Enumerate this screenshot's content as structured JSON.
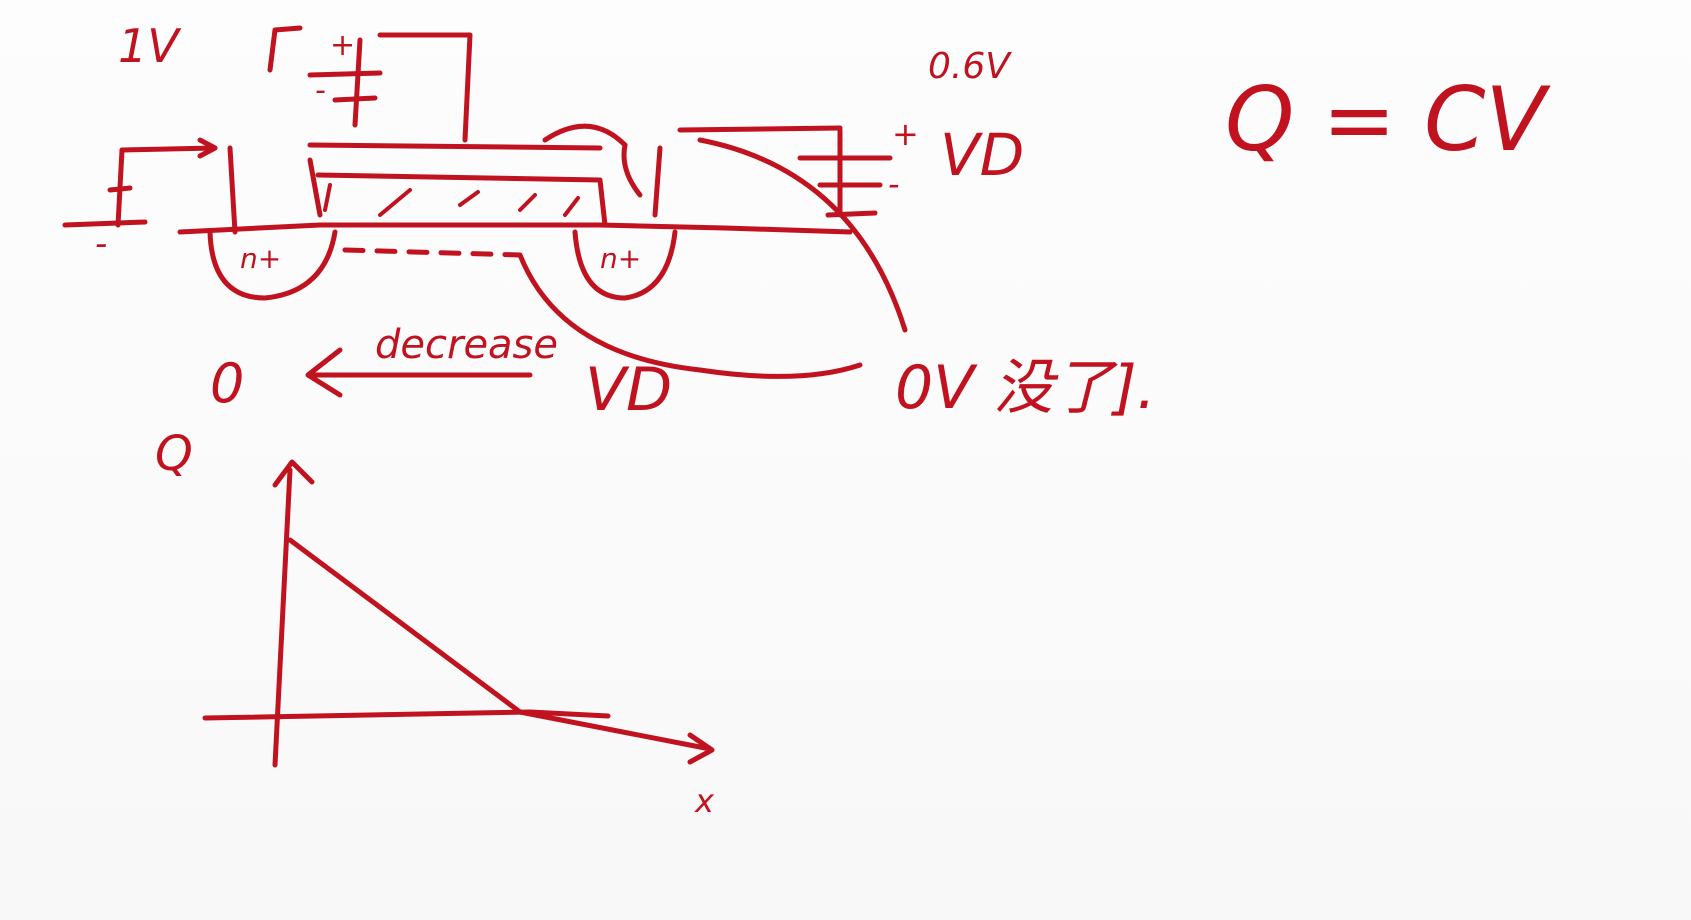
{
  "labels": {
    "gate_voltage": "1V",
    "gate_cap_plus": "+",
    "gate_cap_minus": "-",
    "source_minus": "-",
    "drain_voltage_value": "0.6V",
    "drain_plus": "+",
    "drain_minus": "-",
    "drain_voltage_symbol": "VD",
    "charge_equation": "Q = CV",
    "source_region": "n+",
    "drain_region": "n+",
    "arrow_text": "decrease",
    "arrow_start": "0",
    "arrow_end": "VD",
    "pinch_note": "0V 没了].",
    "plot_y_label": "Q",
    "plot_x_label": "x"
  },
  "ink_color": "#c1121f"
}
